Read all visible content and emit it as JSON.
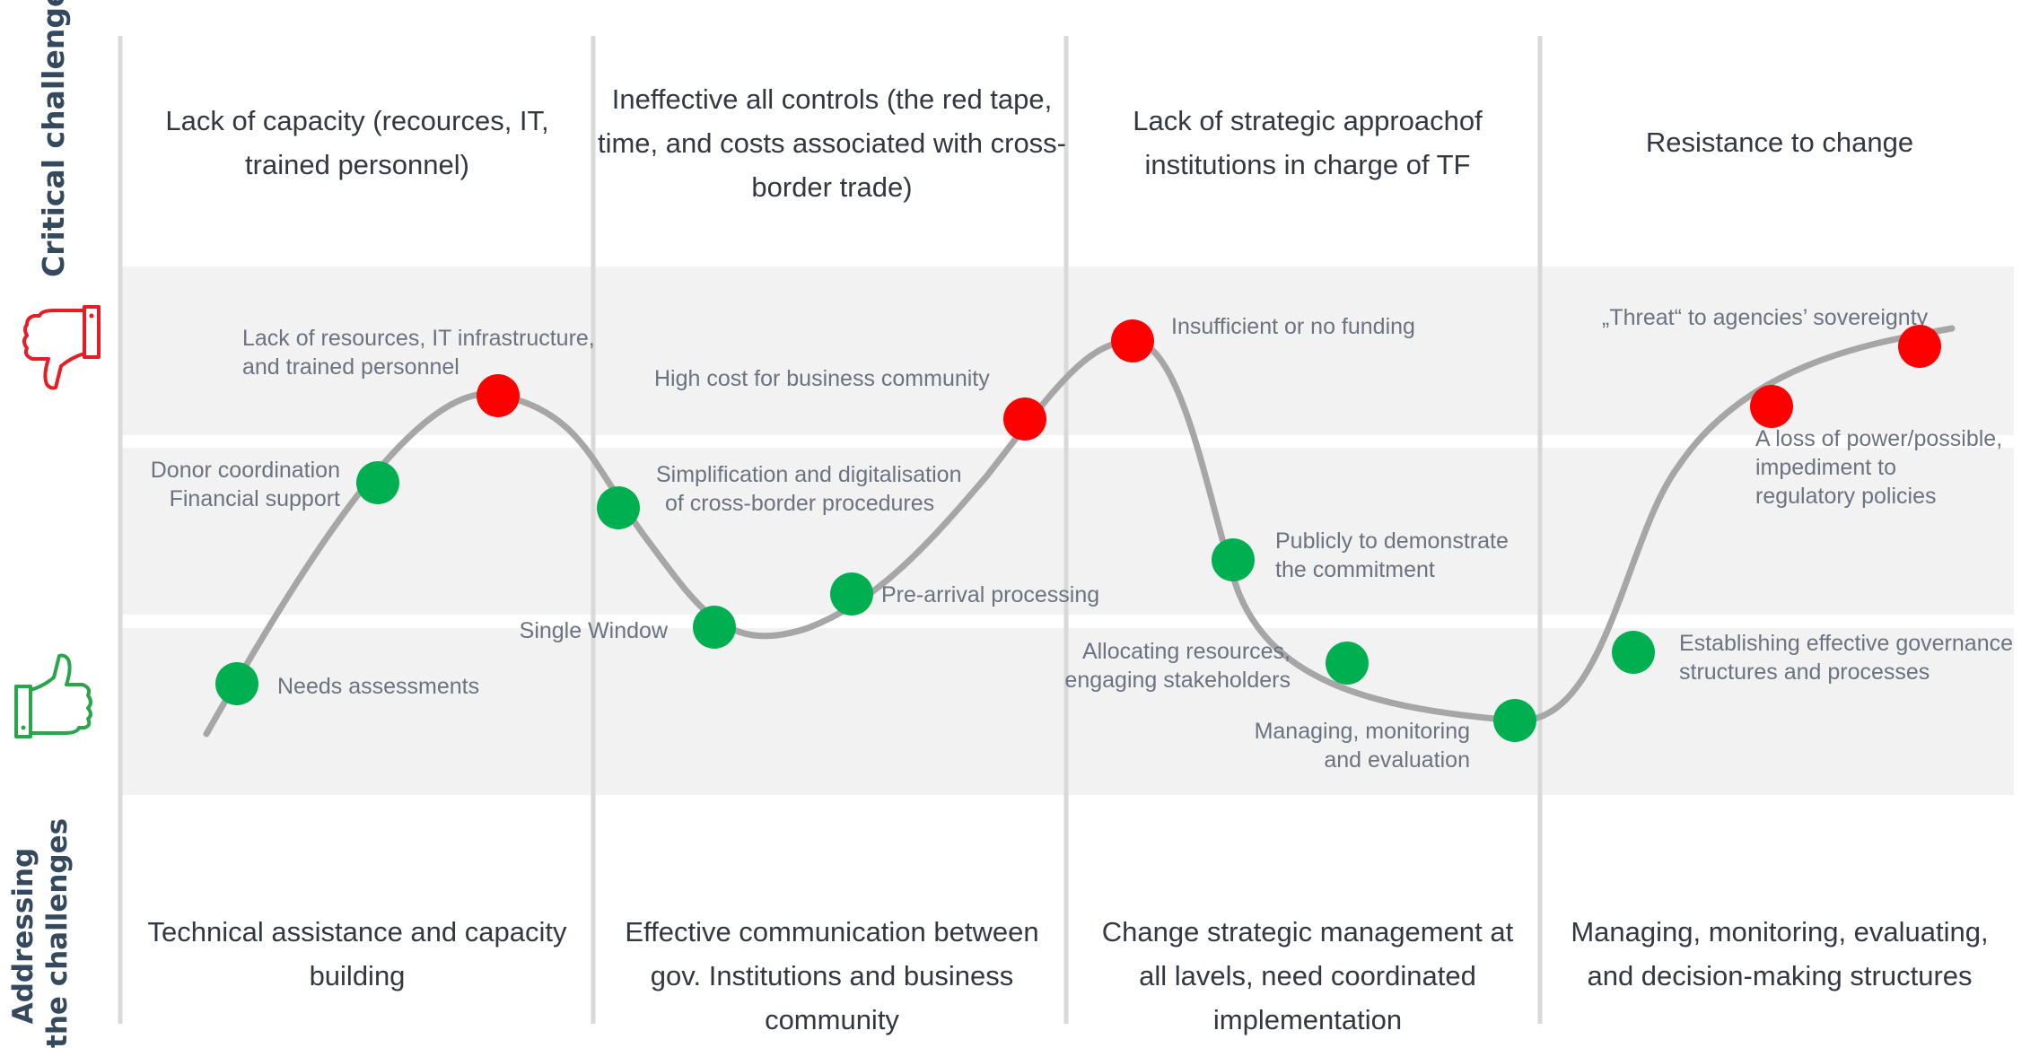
{
  "side_labels": {
    "top": "Critical challenges",
    "bottom_line1": "Addressing",
    "bottom_line2": "the challenges"
  },
  "icons": {
    "top": "thumbs-down-icon",
    "bottom": "thumbs-up-icon"
  },
  "colors": {
    "challenge": "#ff0000",
    "solution": "#00b050",
    "curve": "#a6a6a6",
    "band": "#f2f2f2",
    "divider": "#d9d9d9",
    "thumbs_down": "#e81c24",
    "thumbs_up": "#2aa64a"
  },
  "columns": [
    {
      "challenge": "Lack of capacity (recources, IT, trained personnel)",
      "solution": "Technical assistance and capacity building"
    },
    {
      "challenge": "Ineffective all controls (the red tape, time, and costs associated with cross-border trade)",
      "solution": "Effective communication between gov. Institutions and business community"
    },
    {
      "challenge": "Lack of strategic approachof institutions in charge of TF",
      "solution": "Change strategic management at all lavels, need coordinated implementation"
    },
    {
      "challenge": "Resistance to change",
      "solution": "Managing, monitoring, evaluating, and decision-making structures"
    }
  ],
  "points": [
    {
      "label_lines": [
        "Needs assessments"
      ],
      "kind": "solution"
    },
    {
      "label_lines": [
        "Donor coordination",
        "Financial support"
      ],
      "kind": "solution"
    },
    {
      "label_lines": [
        "Lack of resources, IT infrastructure,",
        "and trained personnel"
      ],
      "kind": "challenge"
    },
    {
      "label_lines": [
        "Simplification and digitalisation",
        "of cross-border procedures"
      ],
      "kind": "solution"
    },
    {
      "label_lines": [
        "Single Window"
      ],
      "kind": "solution"
    },
    {
      "label_lines": [
        "Pre-arrival processing"
      ],
      "kind": "solution"
    },
    {
      "label_lines": [
        "High cost for business community"
      ],
      "kind": "challenge"
    },
    {
      "label_lines": [
        "Insufficient or no funding"
      ],
      "kind": "challenge"
    },
    {
      "label_lines": [
        "Publicly to demonstrate",
        "the commitment"
      ],
      "kind": "solution"
    },
    {
      "label_lines": [
        "Allocating resources,",
        "engaging stakeholders"
      ],
      "kind": "solution"
    },
    {
      "label_lines": [
        "Managing, monitoring",
        "and evaluation"
      ],
      "kind": "solution"
    },
    {
      "label_lines": [
        "Establishing effective governance",
        "structures and processes"
      ],
      "kind": "solution"
    },
    {
      "label_lines": [
        "A loss of power/possible,",
        "impediment to",
        "regulatory policies"
      ],
      "kind": "challenge"
    },
    {
      "label_lines": [
        "„Threat“ to agencies’ sovereignty"
      ],
      "kind": "challenge"
    }
  ]
}
